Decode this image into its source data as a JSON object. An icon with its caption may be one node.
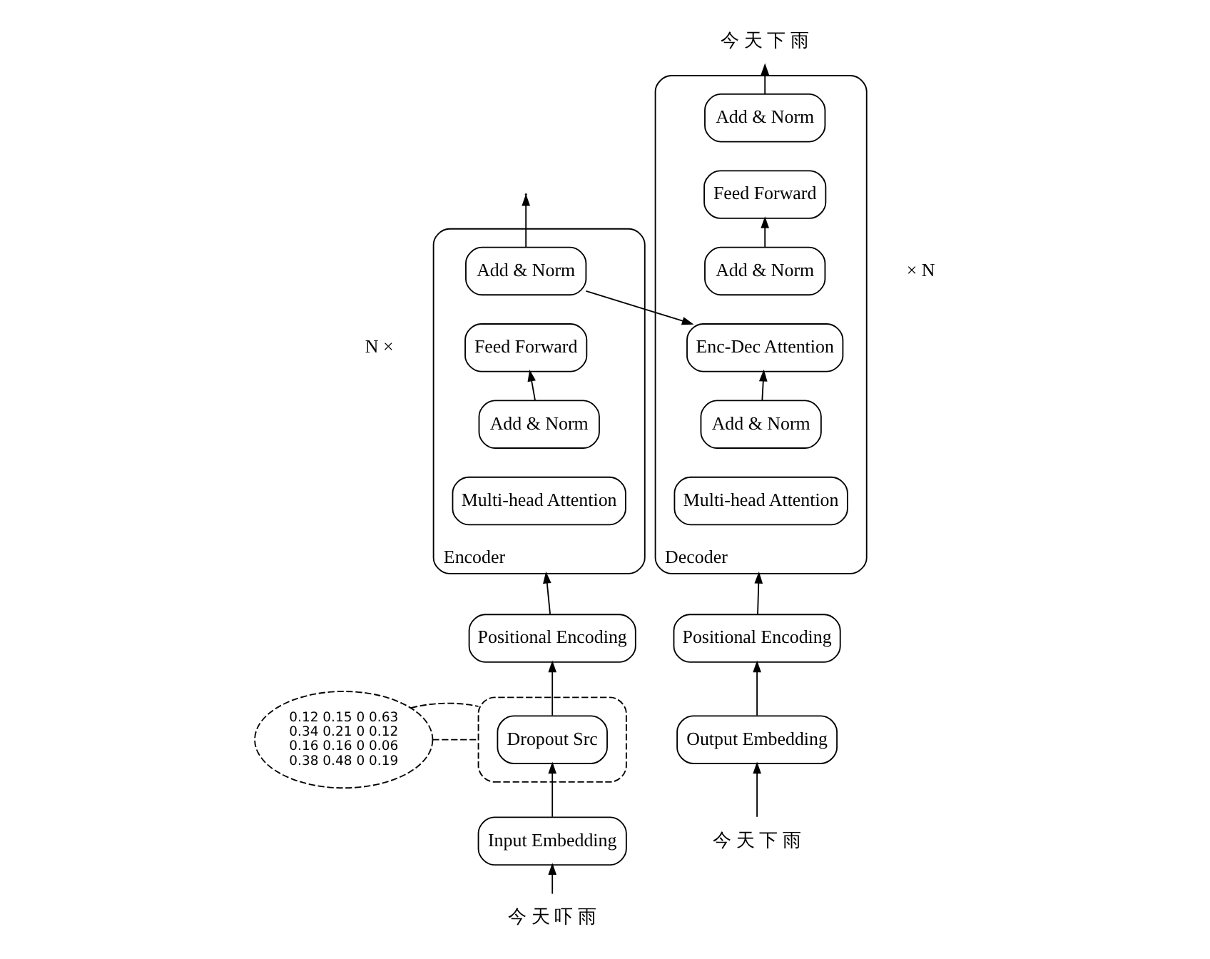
{
  "diagram": {
    "nodes": [
      {
        "text": [
          "Encoder"
        ],
        "beside": [
          "N ×"
        ]
      },
      {
        "text": [
          "Add & Norm"
        ],
        "in": 0
      },
      {
        "text": [
          "Feed Forward"
        ],
        "in": 0
      },
      {
        "text": [
          "Add & Norm"
        ],
        "in": 0
      },
      {
        "text": [
          "Multi-head Attention"
        ],
        "in": 0
      },
      {
        "text": [
          "Positional Encoding"
        ]
      },
      {
        "text": [
          "0.12 0.15 0 0.63",
          "0.34 0.21 0 0.12",
          "0.16 0.16 0 0.06",
          "0.38 0.48 0 0.19"
        ]
      },
      {
        "text": [],
        "shape": "ellipse"
      },
      {
        "text": [
          "Dropout Src"
        ],
        "in": 7
      },
      {
        "text": [
          "Input Embedding"
        ]
      },
      {
        "text": [
          "今 天 吓 雨"
        ]
      },
      {
        "text": [
          "今 天 下 雨"
        ]
      },
      {
        "text": [
          "Decoder"
        ],
        "beside": [
          "× N"
        ]
      },
      {
        "text": [
          "Add & Norm"
        ],
        "in": 12
      },
      {
        "text": [
          "Feed Forward"
        ],
        "in": 12
      },
      {
        "text": [
          "Add & Norm"
        ],
        "in": 12
      },
      {
        "text": [
          "Enc-Dec Attention"
        ],
        "in": 12
      },
      {
        "text": [
          "Add & Norm"
        ],
        "in": 12
      },
      {
        "text": [
          "Multi-head Attention"
        ],
        "in": 12
      },
      {
        "text": [
          "Positional Encoding"
        ]
      },
      {
        "text": [
          "Output Embedding"
        ]
      },
      {
        "text": [
          "今 天 下 雨"
        ]
      }
    ],
    "edges": [
      {
        "from": 10,
        "to": 9,
        "arrow": "to"
      },
      {
        "from": 9,
        "to": 8,
        "arrow": "to"
      },
      {
        "from": 8,
        "to": 5,
        "arrow": "to"
      },
      {
        "from": 5,
        "to": 0,
        "arrow": "to"
      },
      {
        "from": 3,
        "to": 2,
        "arrow": "to"
      },
      {
        "from": 1,
        "to": null,
        "arrow": "to"
      },
      {
        "from": 1,
        "to": 16,
        "arrow": "to"
      },
      {
        "from": 6,
        "to": 7,
        "arrow": "none",
        "style": "dashed"
      },
      {
        "from": 6,
        "to": 7,
        "arrow": "none",
        "style": "dashed"
      },
      {
        "from": 21,
        "to": 20,
        "arrow": "to"
      },
      {
        "from": 20,
        "to": 19,
        "arrow": "to"
      },
      {
        "from": 19,
        "to": 12,
        "arrow": "to"
      },
      {
        "from": 17,
        "to": 16,
        "arrow": "to"
      },
      {
        "from": 15,
        "to": 14,
        "arrow": "to"
      },
      {
        "from": 13,
        "to": 11,
        "arrow": "to"
      }
    ]
  }
}
